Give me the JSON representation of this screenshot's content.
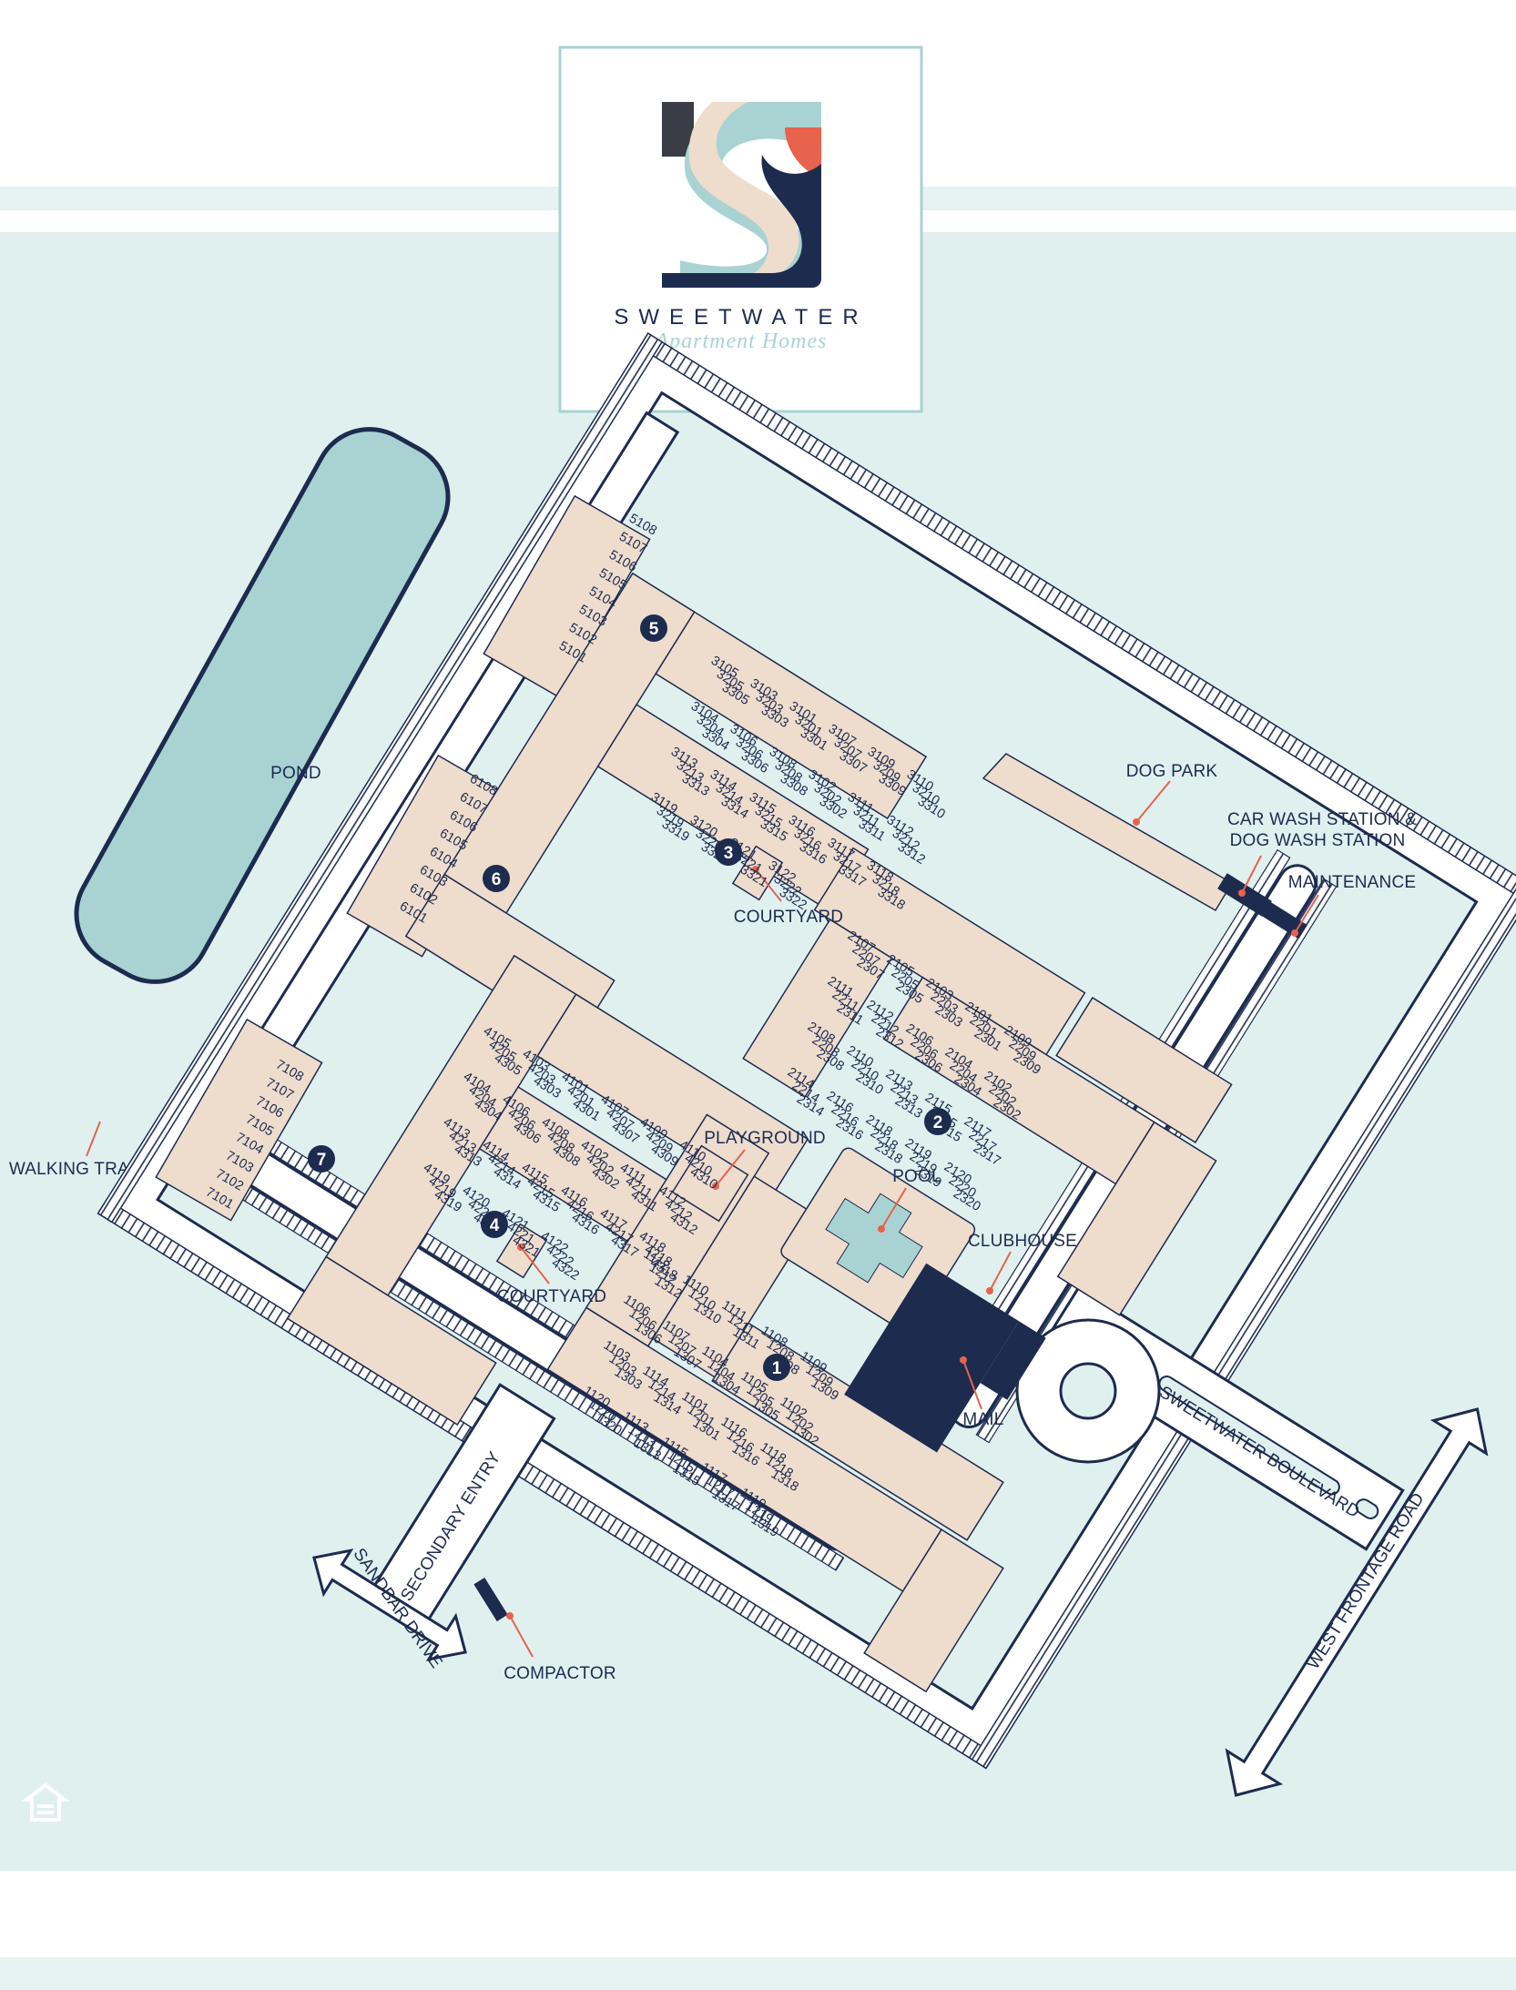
{
  "brand": {
    "name": "SWEETWATER",
    "tagline": "Apartment Homes",
    "colors": {
      "navy": "#1d2b4f",
      "teal": "#a8d3d2",
      "sand": "#eedccd",
      "coral": "#e8624d",
      "background": "#dff0ef"
    }
  },
  "amenities": {
    "pond": "POND",
    "walking_trail": "WALKING TRAIL",
    "dog_park": "DOG PARK",
    "car_wash_1": "CAR WASH STATION &",
    "car_wash_2": "DOG WASH STATION",
    "maintenance": "MAINTENANCE",
    "courtyard_3": "COURTYARD",
    "courtyard_4": "COURTYARD",
    "playground": "PLAYGROUND",
    "pool": "POOL",
    "clubhouse": "CLUBHOUSE",
    "mail": "MAIL",
    "compactor": "COMPACTOR"
  },
  "roads": {
    "sweetwater_blvd": "SWEETWATER BOULEVARD",
    "west_frontage": "WEST FRONTAGE ROAD",
    "secondary_entry": "SECONDARY ENTRY",
    "sandbar_drive": "SANDBAR DRIVE"
  },
  "building_numbers": [
    "1",
    "2",
    "3",
    "4",
    "5",
    "6",
    "7"
  ],
  "unit_labels": {
    "b5": [
      "5108",
      "5107",
      "5106",
      "5105",
      "5104",
      "5103",
      "5102",
      "5101"
    ],
    "b6": [
      "6108",
      "6107",
      "6106",
      "6105",
      "6104",
      "6103",
      "6102",
      "6101"
    ],
    "b7": [
      "7108",
      "7107",
      "7106",
      "7105",
      "7104",
      "7103",
      "7102",
      "7101"
    ],
    "b3": [
      "3105",
      "3205",
      "3305",
      "3103",
      "3203",
      "3303",
      "3101",
      "3201",
      "3301",
      "3107",
      "3207",
      "3307",
      "3109",
      "3209",
      "3309",
      "3110",
      "3210",
      "3310",
      "3104",
      "3204",
      "3304",
      "3106",
      "3206",
      "3306",
      "3108",
      "3208",
      "3308",
      "3102",
      "3202",
      "3302",
      "3111",
      "3211",
      "3311",
      "3112",
      "3212",
      "3312",
      "3113",
      "3213",
      "3313",
      "3114",
      "3214",
      "3314",
      "3115",
      "3215",
      "3315",
      "3116",
      "3216",
      "3316",
      "3117",
      "3217",
      "3317",
      "3118",
      "3218",
      "3318",
      "3119",
      "3219",
      "3319",
      "3120",
      "3220",
      "3320",
      "3121",
      "3221",
      "3321",
      "3122",
      "3222",
      "3322"
    ],
    "b2": [
      "2107",
      "2207",
      "2307",
      "2105",
      "2205",
      "2305",
      "2103",
      "2203",
      "2303",
      "2101",
      "2201",
      "2301",
      "2109",
      "2209",
      "2309",
      "2111",
      "2211",
      "2311",
      "2112",
      "2212",
      "2312",
      "2106",
      "2206",
      "2306",
      "2104",
      "2204",
      "2304",
      "2102",
      "2202",
      "2302",
      "2108",
      "2208",
      "2308",
      "2110",
      "2210",
      "2310",
      "2113",
      "2213",
      "2313",
      "2115",
      "2215",
      "2315",
      "2117",
      "2217",
      "2317",
      "2114",
      "2214",
      "2314",
      "2116",
      "2216",
      "2316",
      "2118",
      "2218",
      "2318",
      "2119",
      "2219",
      "2319",
      "2120",
      "2220",
      "2320"
    ],
    "b4": [
      "4105",
      "4205",
      "4305",
      "4103",
      "4203",
      "4303",
      "4101",
      "4201",
      "4301",
      "4107",
      "4207",
      "4307",
      "4109",
      "4209",
      "4309",
      "4110",
      "4210",
      "4310",
      "4104",
      "4204",
      "4304",
      "4106",
      "4206",
      "4306",
      "4108",
      "4208",
      "4308",
      "4102",
      "4202",
      "4302",
      "4111",
      "4211",
      "4311",
      "4112",
      "4212",
      "4312",
      "4113",
      "4213",
      "4313",
      "4114",
      "4214",
      "4314",
      "4115",
      "4215",
      "4315",
      "4116",
      "4216",
      "4316",
      "4117",
      "4217",
      "4317",
      "4118",
      "4218",
      "4318",
      "4119",
      "4219",
      "4319",
      "4120",
      "4220",
      "4320",
      "4121",
      "4221",
      "4321",
      "4122",
      "4222",
      "4322"
    ],
    "b1": [
      "1112",
      "1212",
      "1312",
      "1110",
      "1210",
      "1310",
      "1111",
      "1211",
      "1311",
      "1108",
      "1208",
      "1308",
      "1109",
      "1209",
      "1309",
      "1106",
      "1206",
      "1306",
      "1107",
      "1207",
      "1307",
      "1104",
      "1204",
      "1304",
      "1105",
      "1205",
      "1305",
      "1102",
      "1202",
      "1302",
      "1103",
      "1203",
      "1303",
      "1114",
      "1214",
      "1314",
      "1101",
      "1201",
      "1301",
      "1116",
      "1216",
      "1316",
      "1118",
      "1218",
      "1318",
      "1120",
      "1220",
      "1320",
      "1113",
      "1213",
      "1313",
      "1115",
      "1215",
      "1315",
      "1117",
      "1217",
      "1317",
      "1119",
      "1219",
      "1319"
    ]
  }
}
